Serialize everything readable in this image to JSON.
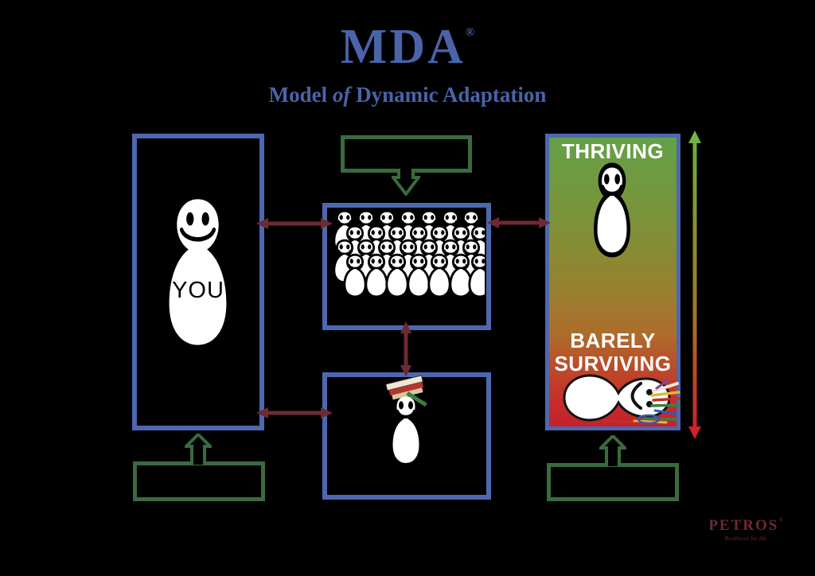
{
  "header": {
    "title": "MDA",
    "title_registered": "®",
    "subtitle": {
      "word1": "Model ",
      "word2": "of",
      "word3": " Dynamic Adaptation"
    }
  },
  "diagram": {
    "you_box": {
      "label": "YOU"
    },
    "community_box": {
      "figure_count": 28
    },
    "adaptation_box": {
      "figure_count": 1
    },
    "spectrum_box": {
      "top_label": "THRIVING",
      "bottom_label_line1": "BARELY",
      "bottom_label_line2": "SURVIVING"
    }
  },
  "brand": {
    "name": "PETROS",
    "registered": "®",
    "tagline": "Resilience for life"
  },
  "colors": {
    "background": "#000000",
    "title_blue": "#4a63a9",
    "box_border_blue": "#4d68b0",
    "green": "#3a6a40",
    "maroon_arrow": "#6d2a33",
    "gradient_top_green": "#64a147",
    "gradient_bottom_red": "#c5202c",
    "brand_maroon": "#6d2a33"
  }
}
